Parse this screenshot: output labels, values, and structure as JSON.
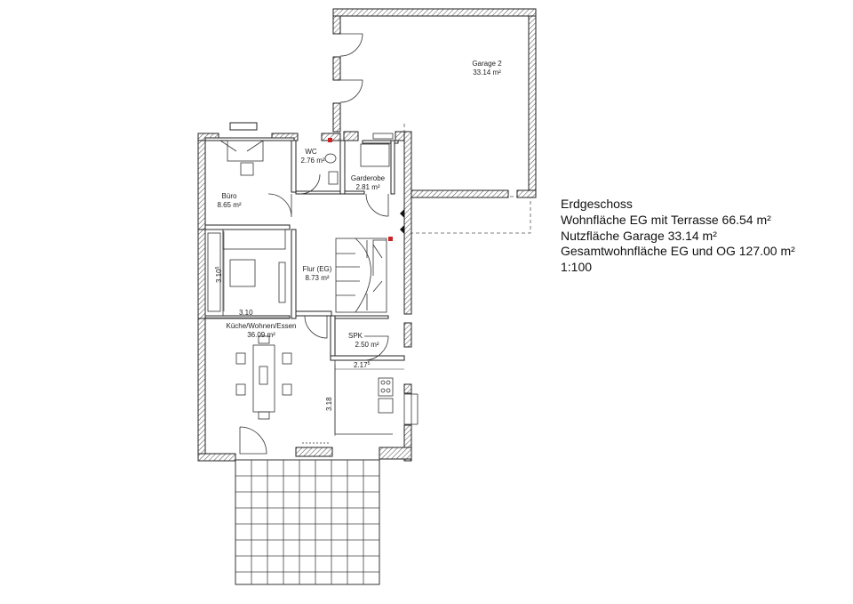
{
  "rooms": {
    "garage2": {
      "name": "Garage 2",
      "area": "33.14 m²"
    },
    "wc": {
      "name": "WC",
      "area": "2.76 m²"
    },
    "garderobe": {
      "name": "Garderobe",
      "area": "2.81 m²"
    },
    "buero": {
      "name": "Büro",
      "area": "8.65 m²"
    },
    "flur": {
      "name": "Flur (EG)",
      "area": "8.73 m²"
    },
    "kueche": {
      "name": "Küche/Wohnen/Essen",
      "area": "36.09 m²"
    },
    "spk": {
      "name": "SPK",
      "area": "2.50 m²"
    }
  },
  "dimensions": {
    "living_width": "3.10",
    "living_depth": "3.10",
    "living_depth_sup": "5",
    "spk_width": "2.17",
    "spk_width_sup": "5",
    "kitchen_depth": "3.18"
  },
  "info": {
    "line1": "Erdgeschoss",
    "line2": "Wohnfläche EG mit Terrasse 66.54 m²",
    "line3": "Nutzfläche Garage 33.14 m²",
    "line4": "Gesamtwohnfläche EG und OG 127.00 m²",
    "line5": "1:100"
  },
  "colors": {
    "wall_hatch": "#555555",
    "line": "#222222",
    "accent_red": "#cc2222"
  }
}
